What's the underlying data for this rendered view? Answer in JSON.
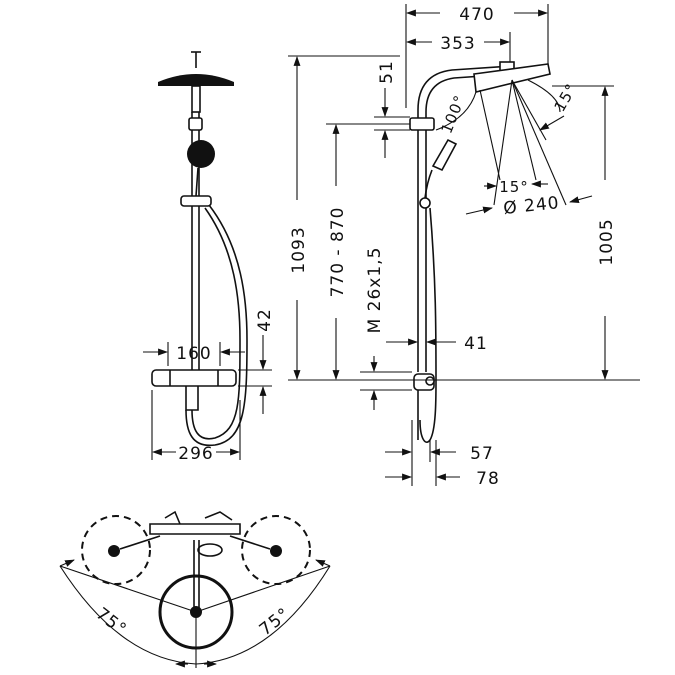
{
  "drawing": {
    "front_view": {
      "height_above_mixer": "42",
      "spout_spacing": "160",
      "overall_width": "296"
    },
    "side_view": {
      "head_projection_total": "470",
      "arm_projection": "353",
      "bracket_offset": "51",
      "head_tilt_angle": "100°",
      "head_swivel_angle": "15°",
      "head_diameter": "Ø 240",
      "lower_swivel_angle": "15°",
      "overall_height": "1093",
      "adjustable_height": "770 - 870",
      "head_height": "1005",
      "connection_thread": "M 26x1,5",
      "rail_offset": "41",
      "wall_offset_min": "57",
      "wall_offset_max": "78"
    },
    "top_view": {
      "left_swivel_angle": "75°",
      "right_swivel_angle": "75°"
    }
  }
}
